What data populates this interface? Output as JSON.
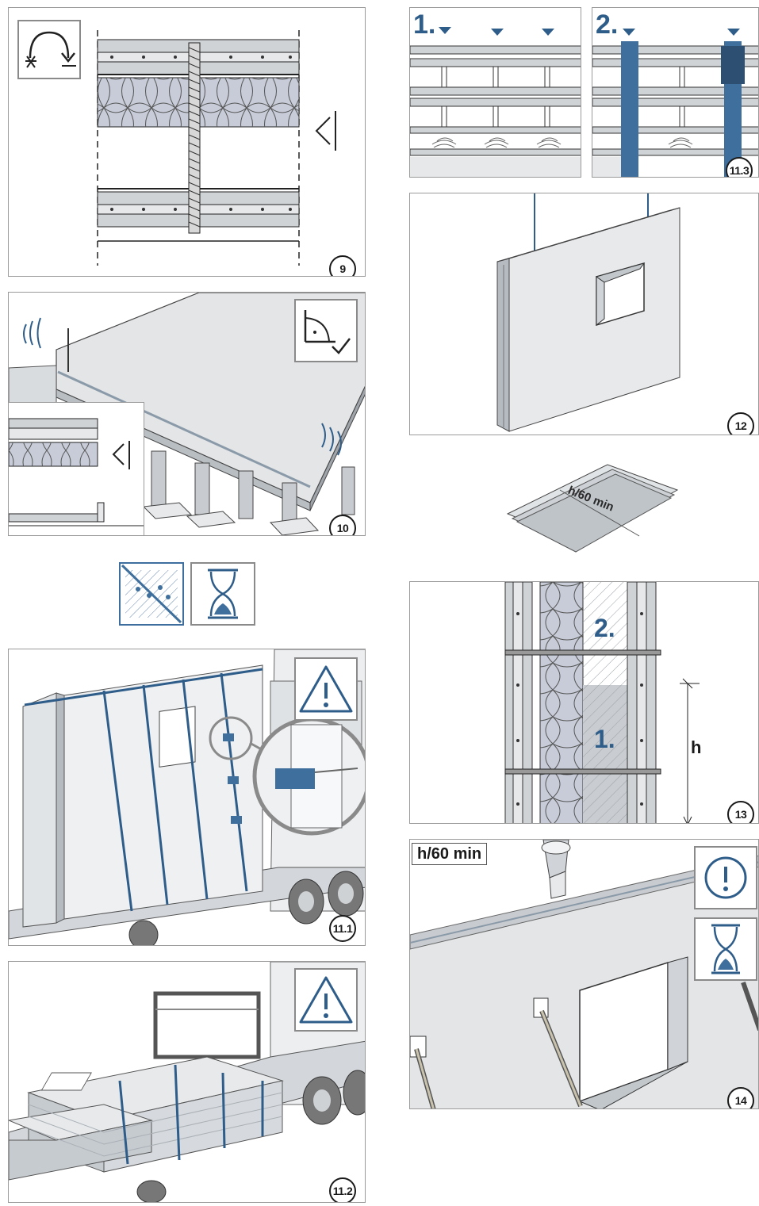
{
  "steps": {
    "s9": "9",
    "s10": "10",
    "s11_1": "11.1",
    "s11_2": "11.2",
    "s11_3": "11.3",
    "s12": "12",
    "s13": "13",
    "s14": "14"
  },
  "panel_11_3": {
    "step1": "1.",
    "step2": "2."
  },
  "panel_13": {
    "layer2": "2.",
    "layer1": "1.",
    "height_label": "h"
  },
  "panel_14": {
    "time_tag": "h/60 min"
  },
  "curing_sheet": {
    "label": "h/60 min"
  },
  "icons": {
    "rotate": "rotate-turn-icon",
    "view_side": "view-direction-icon",
    "angle_check": "angle-check-icon",
    "no_moisture": "no-moisture-icon",
    "hourglass": "hourglass-icon",
    "warning": "warning-triangle-icon",
    "attention": "attention-circle-icon"
  },
  "colors": {
    "accent_blue": "#3f6f9c",
    "panel_grey": "#cfd3d6",
    "insulation": "#c7ccd8"
  }
}
